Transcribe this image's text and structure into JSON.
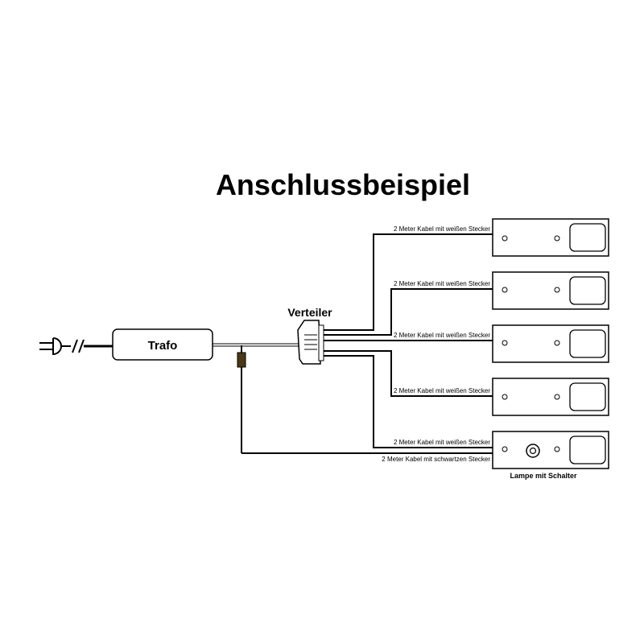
{
  "title": "Anschlussbeispiel",
  "trafo_label": "Trafo",
  "verteiler_label": "Verteiler",
  "cable_label_white": "2 Meter Kabel mit weißen Stecker",
  "cable_label_black": "2 Meter Kabel mit schwartzen Stecker",
  "lamp_switch_label": "Lampe mit Schalter",
  "icons": {
    "plug": "power-plug-icon",
    "switch": "power-switch-icon"
  },
  "colors": {
    "line": "#000000",
    "connector": "#4a3a14"
  }
}
